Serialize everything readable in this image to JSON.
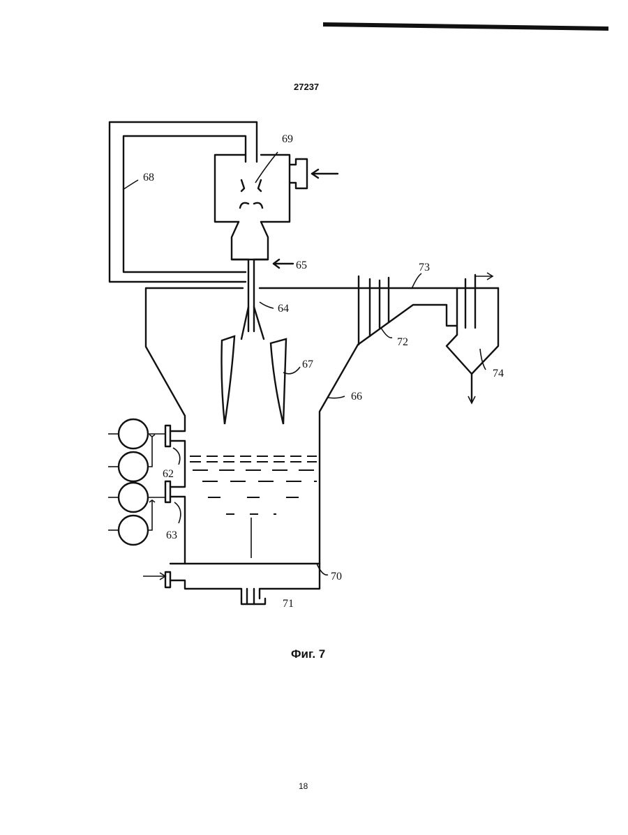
{
  "header": {
    "doc_number": "27237"
  },
  "figure": {
    "caption": "Фиг. 7",
    "labels": {
      "l62": "62",
      "l63": "63",
      "l64": "64",
      "l65": "65",
      "l66": "66",
      "l67": "67",
      "l68": "68",
      "l69": "69",
      "l70": "70",
      "l71": "71",
      "l72": "72",
      "l73": "73",
      "l74": "74"
    }
  },
  "footer": {
    "page_number": "18"
  }
}
